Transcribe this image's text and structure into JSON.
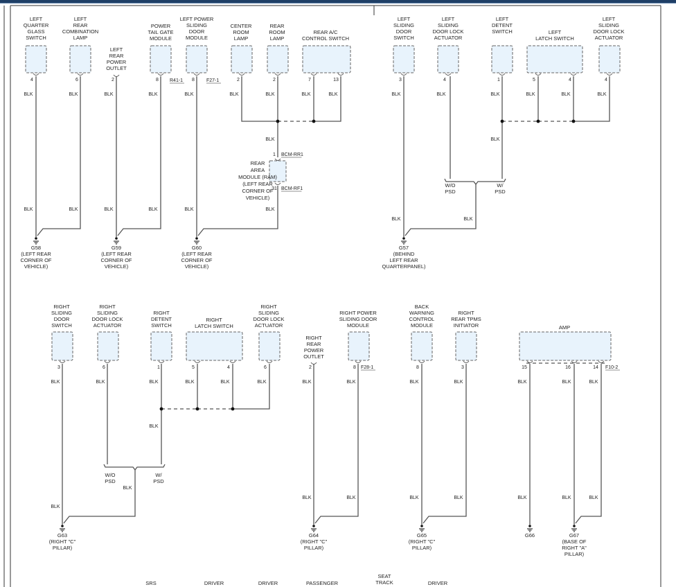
{
  "colors": {
    "border": "#1f3f66",
    "component_fill": "#e8f3fc",
    "wire": "#555555"
  },
  "wire_color": "BLK",
  "top_section": {
    "components": [
      {
        "id": "lq",
        "label": [
          "LEFT",
          "QUARTER",
          "GLASS",
          "SWITCH"
        ],
        "pins": [
          "4"
        ]
      },
      {
        "id": "lrc",
        "label": [
          "LEFT",
          "REAR",
          "COMBINATION",
          "LAMP"
        ],
        "pins": [
          "6"
        ]
      },
      {
        "id": "lrpo",
        "label": [
          "LEFT",
          "REAR",
          "POWER",
          "OUTLET"
        ],
        "pins": [
          "2"
        ]
      },
      {
        "id": "ptg",
        "label": [
          "POWER",
          "TAIL GATE",
          "MODULE"
        ],
        "pins": [
          "8"
        ],
        "connector": "R41-1"
      },
      {
        "id": "lpsd",
        "label": [
          "LEFT POWER",
          "SLIDING",
          "DOOR",
          "MODULE"
        ],
        "pins": [
          "8"
        ],
        "connector": "F27-1"
      },
      {
        "id": "crl",
        "label": [
          "CENTER",
          "ROOM",
          "LAMP"
        ],
        "pins": [
          "2"
        ]
      },
      {
        "id": "rrl",
        "label": [
          "REAR",
          "ROOM",
          "LAMP"
        ],
        "pins": [
          "2"
        ]
      },
      {
        "id": "racs",
        "label": [
          "REAR A/C",
          "CONTROL SWITCH"
        ],
        "pins": [
          "7",
          "13"
        ]
      },
      {
        "id": "ram",
        "label": [
          "REAR",
          "AREA",
          "MODULE (RAM)",
          "(LEFT REAR",
          "CORNER OF",
          "VEHICLE)"
        ],
        "pins": [
          "1",
          "31"
        ],
        "connectors": [
          "BCM-RR1",
          "BCM-RF1"
        ]
      },
      {
        "id": "lsds",
        "label": [
          "LEFT",
          "SLIDING",
          "DOOR",
          "SWITCH"
        ],
        "pins": [
          "3"
        ]
      },
      {
        "id": "lsdla",
        "label": [
          "LEFT",
          "SLIDING",
          "DOOR LOCK",
          "ACTUATOR"
        ],
        "pins": [
          "4"
        ]
      },
      {
        "id": "lds",
        "label": [
          "LEFT",
          "DETENT",
          "SWITCH"
        ],
        "pins": [
          "1"
        ]
      },
      {
        "id": "lls",
        "label": [
          "LEFT",
          "LATCH SWITCH"
        ],
        "pins": [
          "5",
          "4"
        ]
      },
      {
        "id": "lsdla2",
        "label": [
          "LEFT",
          "SLIDING",
          "DOOR LOCK",
          "ACTUATOR"
        ],
        "pins": [
          "4"
        ]
      }
    ],
    "grounds": [
      {
        "id": "G58",
        "label": [
          "G58",
          "(LEFT REAR",
          "CORNER OF",
          "VEHICLE)"
        ]
      },
      {
        "id": "G59",
        "label": [
          "G59",
          "(LEFT REAR",
          "CORNER OF",
          "VEHICLE)"
        ]
      },
      {
        "id": "G60",
        "label": [
          "G60",
          "(LEFT REAR",
          "CORNER OF",
          "VEHICLE)"
        ]
      },
      {
        "id": "G57",
        "label": [
          "G57",
          "(BEHIND",
          "LEFT REAR",
          "QUARTERPANEL)"
        ]
      }
    ],
    "options": [
      {
        "label": [
          "W/O",
          "PSD"
        ]
      },
      {
        "label": [
          "W/",
          "PSD"
        ]
      }
    ]
  },
  "bottom_section": {
    "components": [
      {
        "id": "rsds",
        "label": [
          "RIGHT",
          "SLIDING",
          "DOOR",
          "SWITCH"
        ],
        "pins": [
          "3"
        ]
      },
      {
        "id": "rsdla",
        "label": [
          "RIGHT",
          "SLIDING",
          "DOOR LOCK",
          "ACTUATOR"
        ],
        "pins": [
          "6"
        ]
      },
      {
        "id": "rds",
        "label": [
          "RIGHT",
          "DETENT",
          "SWITCH"
        ],
        "pins": [
          "1"
        ]
      },
      {
        "id": "rls",
        "label": [
          "RIGHT",
          "LATCH SWITCH"
        ],
        "pins": [
          "5",
          "4"
        ]
      },
      {
        "id": "rsdla2",
        "label": [
          "RIGHT",
          "SLIDING",
          "DOOR LOCK",
          "ACTUATOR"
        ],
        "pins": [
          "6"
        ]
      },
      {
        "id": "rrpo",
        "label": [
          "RIGHT",
          "REAR",
          "POWER",
          "OUTLET"
        ],
        "pins": [
          "2"
        ]
      },
      {
        "id": "rpsd",
        "label": [
          "RIGHT POWER",
          "SLIDING DOOR",
          "MODULE"
        ],
        "pins": [
          "8"
        ],
        "connector": "F28-1"
      },
      {
        "id": "bwcm",
        "label": [
          "BACK",
          "WARNING",
          "CONTROL",
          "MODULE"
        ],
        "pins": [
          "8"
        ]
      },
      {
        "id": "rtpms",
        "label": [
          "RIGHT",
          "REAR TPMS",
          "INITIATOR"
        ],
        "pins": [
          "3"
        ]
      },
      {
        "id": "amp",
        "label": [
          "AMP"
        ],
        "pins": [
          "15",
          "16",
          "14"
        ],
        "connector": "F10-2"
      }
    ],
    "grounds": [
      {
        "id": "G63",
        "label": [
          "G63",
          "(RIGHT \"C\"",
          "PILLAR)"
        ]
      },
      {
        "id": "G64",
        "label": [
          "G64",
          "(RIGHT \"C\"",
          "PILLAR)"
        ]
      },
      {
        "id": "G65",
        "label": [
          "G65",
          "(RIGHT \"C\"",
          "PILLAR)"
        ]
      },
      {
        "id": "G66",
        "label": [
          "G66"
        ]
      },
      {
        "id": "G67",
        "label": [
          "G67",
          "(BASE OF",
          "RIGHT \"A\"",
          "PILLAR)"
        ]
      }
    ],
    "options": [
      {
        "label": [
          "W/O",
          "PSD"
        ]
      },
      {
        "label": [
          "W/",
          "PSD"
        ]
      }
    ]
  },
  "footer_labels": [
    {
      "label": [
        "SRS"
      ]
    },
    {
      "label": [
        "DRIVER"
      ]
    },
    {
      "label": [
        "DRIVER"
      ]
    },
    {
      "label": [
        "PASSENGER"
      ]
    },
    {
      "label": [
        "SEAT",
        "TRACK"
      ]
    },
    {
      "label": [
        "DRIVER"
      ]
    }
  ]
}
